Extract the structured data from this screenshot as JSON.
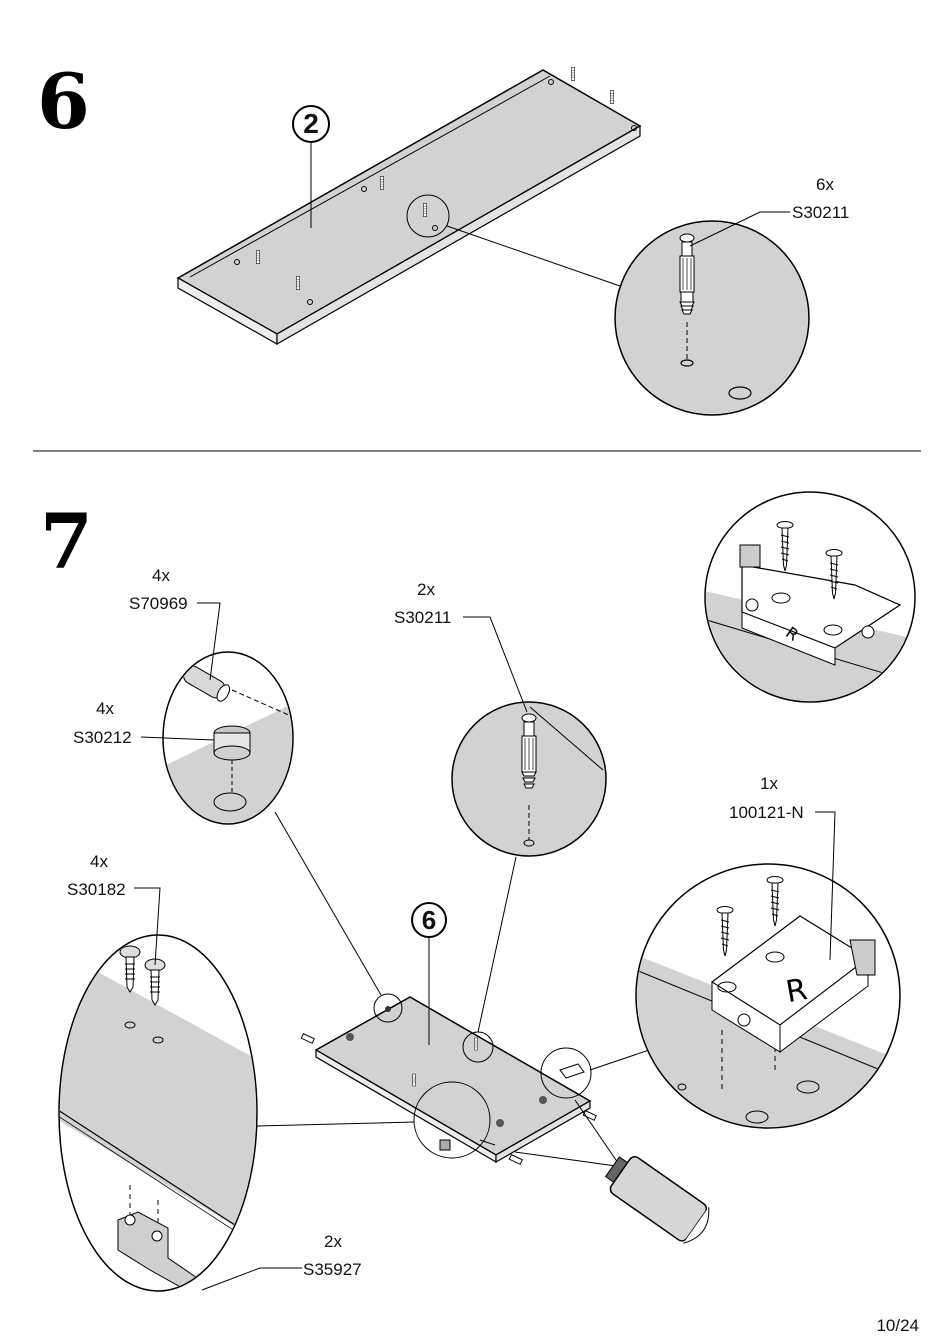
{
  "steps": [
    {
      "number": "6"
    },
    {
      "number": "7"
    }
  ],
  "step6": {
    "panel_badge": "2",
    "callouts": [
      {
        "qty": "6x",
        "part": "S30211"
      }
    ]
  },
  "step7": {
    "panel_badge": "6",
    "callouts": [
      {
        "qty": "4x",
        "part": "S70969"
      },
      {
        "qty": "4x",
        "part": "S30212"
      },
      {
        "qty": "2x",
        "part": "S30211"
      },
      {
        "qty": "1x",
        "part": "100121-N"
      },
      {
        "qty": "4x",
        "part": "S30182"
      },
      {
        "qty": "2x",
        "part": "S35927"
      }
    ],
    "hinge_marks": {
      "right_side": "R"
    }
  },
  "footer": {
    "page": "10/24"
  }
}
